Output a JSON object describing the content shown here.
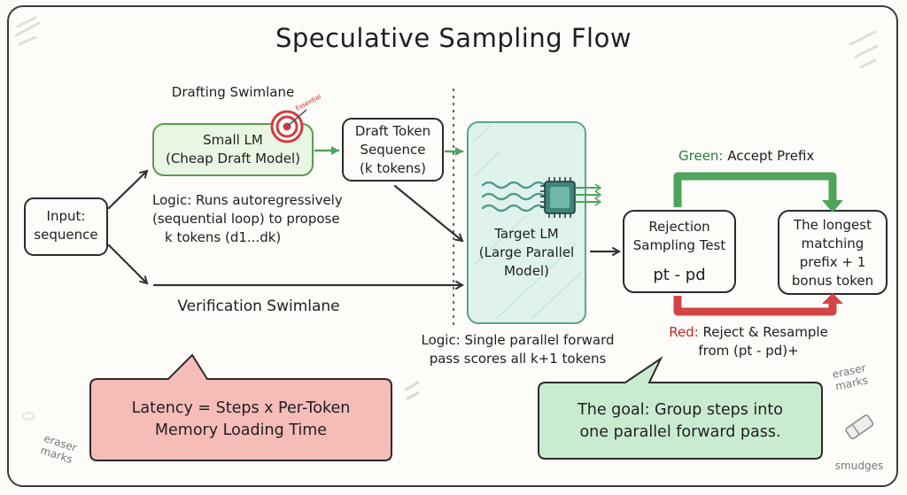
{
  "title": "Speculative Sampling Flow",
  "swimlanes": {
    "drafting": "Drafting Swimlane",
    "verification": "Verification Swimlane"
  },
  "nodes": {
    "input": [
      "Input:",
      "sequence"
    ],
    "small_lm": [
      "Small LM",
      "(Cheap Draft Model)"
    ],
    "small_lm_badge": "Essential",
    "draft_seq": [
      "Draft Token",
      "Sequence",
      "(k tokens)"
    ],
    "target_lm": [
      "Target LM",
      "(Large Parallel",
      "Model)"
    ],
    "rejection": [
      "Rejection",
      "Sampling Test"
    ],
    "rejection_formula": "pt - pd",
    "longest": [
      "The longest",
      "matching",
      "prefix + 1",
      "bonus token"
    ]
  },
  "logic": {
    "draft": [
      "Logic: Runs autoregressively",
      "(sequential loop) to propose",
      "k tokens (d1...dk)"
    ],
    "target": [
      "Logic: Single parallel forward",
      "pass scores all k+1 tokens"
    ]
  },
  "branches": {
    "green_key": "Green:",
    "green_text": "Accept Prefix",
    "red_key": "Red:",
    "red_text": "Reject & Resample",
    "red_formula": "from (pt - pd)+"
  },
  "callouts": {
    "latency": [
      "Latency = Steps x Per-Token",
      "Memory Loading Time"
    ],
    "goal": [
      "The goal: Group steps into",
      "one parallel forward pass."
    ]
  },
  "annotations": {
    "eraser_left": [
      "eraser",
      "marks"
    ],
    "eraser_right": [
      "eraser",
      "marks"
    ],
    "smudges": "smudges"
  },
  "colors": {
    "green_box_fill": "#eaf6e4",
    "green_box_stroke": "#5c9a52",
    "target_fill": "#dff3ec",
    "target_stroke": "#5aa48c",
    "green_arrow": "#4fa45c",
    "red_arrow": "#d24545",
    "latency_fill": "#f6bcb8",
    "goal_fill": "#c9ecd1",
    "badge_red": "#d33b3b"
  }
}
